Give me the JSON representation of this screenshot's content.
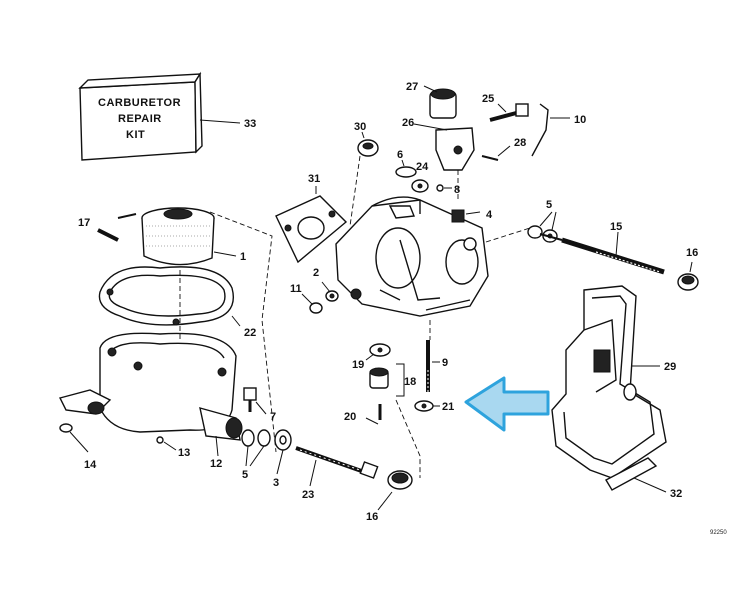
{
  "kit_box": {
    "line1": "CARBURETOR",
    "line2": "REPAIR",
    "line3": "KIT"
  },
  "callouts": {
    "c1": "1",
    "c2": "2",
    "c3": "3",
    "c4": "4",
    "c5a": "5",
    "c5b": "5",
    "c6": "6",
    "c7": "7",
    "c8": "8",
    "c9": "9",
    "c10": "10",
    "c11": "11",
    "c12": "12",
    "c13": "13",
    "c14": "14",
    "c15": "15",
    "c16a": "16",
    "c16b": "16",
    "c17": "17",
    "c18": "18",
    "c19": "19",
    "c20": "20",
    "c21": "21",
    "c22": "22",
    "c23": "23",
    "c24": "24",
    "c25": "25",
    "c26": "26",
    "c27": "27",
    "c28": "28",
    "c29": "29",
    "c30": "30",
    "c31": "31",
    "c32": "32",
    "c33": "33"
  },
  "figure_code": "92250",
  "colors": {
    "ink": "#111111",
    "arrow_fill": "#a9d8f0",
    "arrow_stroke": "#2ea3dd"
  }
}
